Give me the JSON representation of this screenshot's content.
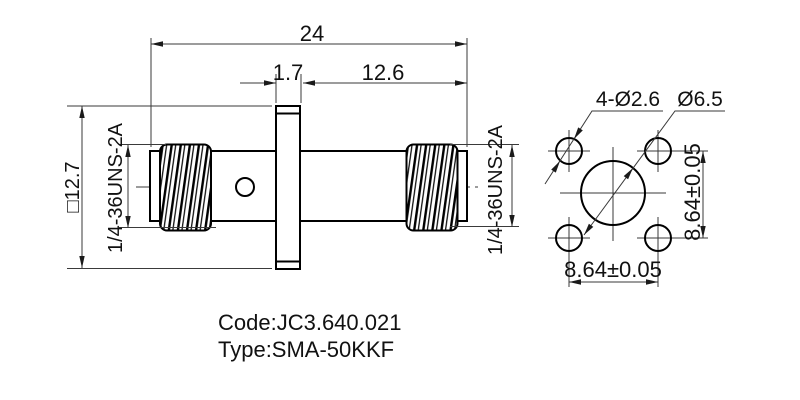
{
  "drawing": {
    "side_view": {
      "dim_total_length": "24",
      "dim_flange_thickness": "1.7",
      "dim_right_section": "12.6",
      "dim_square_flange": "□12.7",
      "thread_left": "1/4-36UNS-2A",
      "thread_right": "1/4-36UNS-2A"
    },
    "flange_view": {
      "dim_mount_holes": "4-Ø2.6",
      "dim_center_hole": "Ø6.5",
      "dim_hole_spacing_horizontal": "8.64±0.05",
      "dim_hole_spacing_vertical": "8.64±0.05"
    },
    "labels": {
      "code": "Code:JC3.640.021",
      "type": "Type:SMA-50KKF"
    },
    "colors": {
      "background": "#ffffff",
      "outline": "#000000",
      "dimension_lines": "#3a3a3a"
    }
  }
}
